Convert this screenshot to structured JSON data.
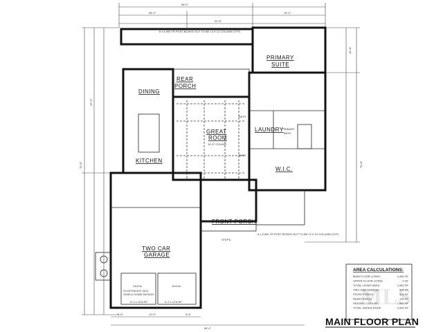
{
  "plan": {
    "title": "MAIN FLOOR PLAN",
    "rooms": {
      "primary_suite_1": "PRIMARY",
      "primary_suite_2": "SUITE",
      "rear_porch_1": "REAR",
      "rear_porch_2": "PORCH",
      "dining": "DINING",
      "great_room_1": "GREAT",
      "great_room_2": "ROOM",
      "great_room_ceiling": "10'-0\" CEILING",
      "kitchen": "KITCHEN",
      "laundry": "LAUNDRY",
      "primary_bath_1": "PRIMARY",
      "primary_bath_2": "BATH",
      "wic": "W.I.C.",
      "front_porch": "FRONT PORCH",
      "garage_1": "TWO CAR",
      "garage_2": "GARAGE",
      "bath_1": "BATH",
      "bath_2": "BATH"
    },
    "notes": {
      "garage_door_1": "9'-2 x 12'6 RP",
      "garage_door_2": "9'-2 x 12'6 RP",
      "garage_bay_1": "14x14x",
      "garage_bay_2": "14x14x",
      "copyright_1": "©COPYRIGHT 2021",
      "copyright_2": "SHIELD HOME DESIGN",
      "post_note_top": "6 x 6 WD TR POST BOXED OUT TO BE 14 X 14 COLUMN (TYP)",
      "post_note_front": "6 x 6 WD TR POST BOXED OUT TO BE 12 X 12 COLUMN (TYP)",
      "steps": "STEPS"
    },
    "dimensions": {
      "top_overall": "56'-0\"",
      "top_left": "36'-0\"",
      "top_right": "15'-0\"",
      "top_mid": "20'-6\"",
      "left_overall": "70'-8\"",
      "left_upper": "37'-0\"",
      "right_overall": "70'-8\"",
      "right_upper": "15'-8\"",
      "bottom_left": "9'-6\"",
      "bottom_mid": "12'-0\"",
      "bottom_right": "9'-6\"",
      "bottom_overall": "56'-0\""
    },
    "area_calculations": {
      "heading": "AREA CALCULATIONS:",
      "rows": [
        {
          "label": "MAIN FLOOR LIVING",
          "value": "1,662 SF"
        },
        {
          "label": "UPPER FLOOR LIVING",
          "value": "0 SF"
        },
        {
          "label": "TOTAL LIVING AREA",
          "value": "1,662 SF"
        },
        {
          "label": "TWO CAR GARAGE",
          "value": "552 SF"
        },
        {
          "label": "FRONT PORCH",
          "value": "204 SF"
        },
        {
          "label": "REAR PORCH",
          "value": "134 SF"
        },
        {
          "label": "HEATED / COOLED",
          "value": "1,662 SF"
        },
        {
          "label": "TOTAL UNDER ROOF",
          "value": "2,552 SF"
        }
      ]
    },
    "watermark": "PENSACOLA MLS"
  }
}
